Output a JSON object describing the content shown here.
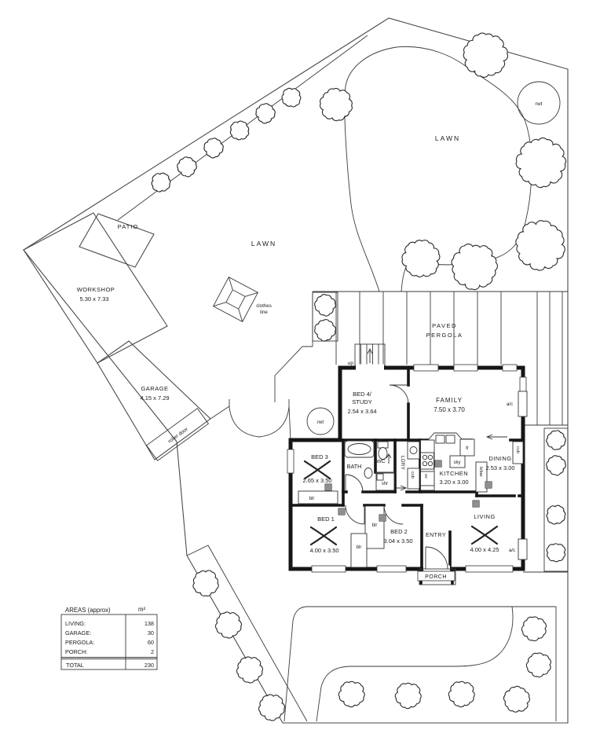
{
  "site": {
    "lawn_upper": "LAWN",
    "lawn_mid": "LAWN",
    "patio": "PATIO",
    "workshop_name": "WORKSHOP",
    "workshop_dims": "5.30 x 7.33",
    "garage_name": "GARAGE",
    "garage_dims": "4.15 x 7.29",
    "roller_door": "roller door",
    "clothes_line_1": "clothes",
    "clothes_line_2": "line",
    "pergola_1": "PAVED",
    "pergola_2": "PERGOLA",
    "rwt_main": "rwt",
    "rwt_house": "rwt",
    "up": "up"
  },
  "rooms": {
    "bed4_1": "BED 4/",
    "bed4_2": "STUDY",
    "bed4_dims": "2.54 x 3.64",
    "family": "FAMILY",
    "family_dims": "7.50 x 3.70",
    "bed3": "BED 3",
    "bed3_dims": "2.65 x 3.50",
    "bath": "BATH",
    "wc": "WC",
    "ldry": "LDRY",
    "kitchen": "KITCHEN",
    "kitchen_dims": "3.20 x 3.00",
    "dining": "DINING",
    "dining_dims": "2.53 x 3.00",
    "bed1": "BED 1",
    "bed1_dims": "4.00 x 3.50",
    "bed2": "BED 2",
    "bed2_dims": "3.04 x 3.50",
    "entry": "ENTRY",
    "living": "LIVING",
    "living_dims": "4.00 x 4.25",
    "porch": "PORCH"
  },
  "fixtures": {
    "ac": "a/c",
    "fr": "fr",
    "sky": "sky",
    "cub": "cub",
    "ov": "ov",
    "bbar": "b/bar",
    "blr": "blr",
    "shr": "shr"
  },
  "areas_table": {
    "title": "AREAS (approx)",
    "unit": "m²",
    "rows": [
      {
        "label": "LIVING:",
        "value": "138"
      },
      {
        "label": "GARAGE:",
        "value": "30"
      },
      {
        "label": "PERGOLA:",
        "value": "60"
      },
      {
        "label": "PORCH:",
        "value": "2"
      }
    ],
    "total_label": "TOTAL",
    "total_value": "230"
  }
}
